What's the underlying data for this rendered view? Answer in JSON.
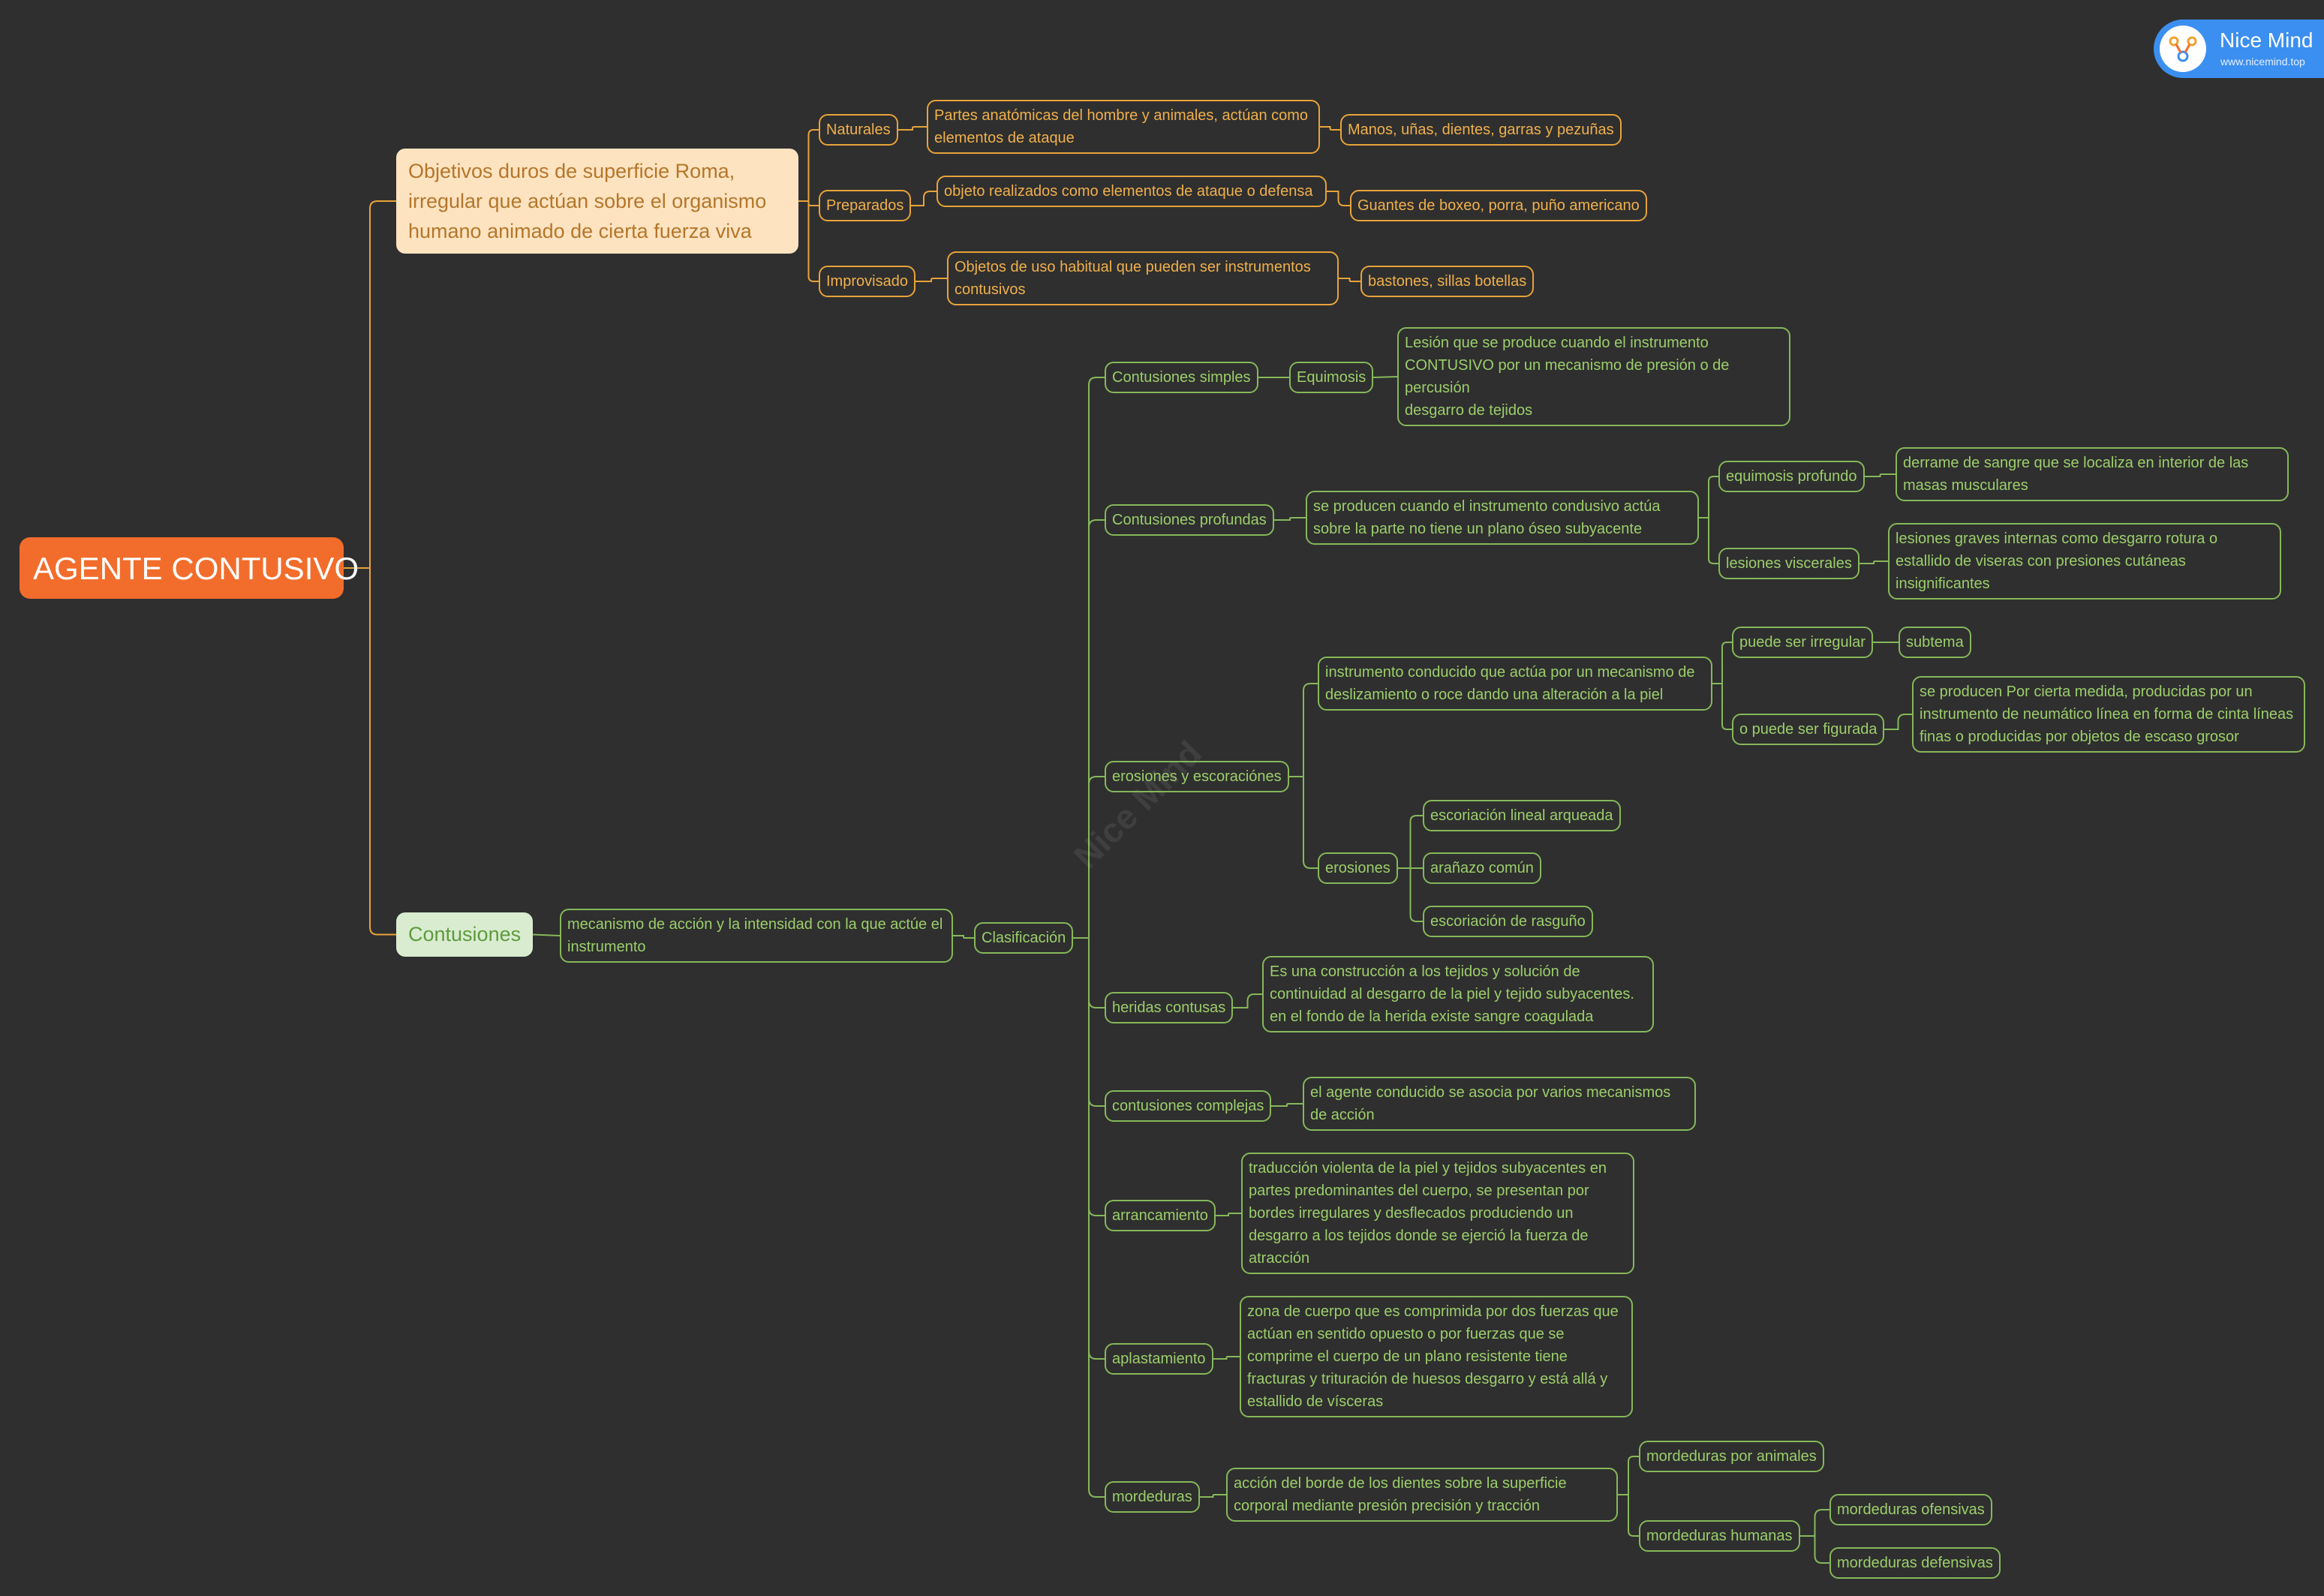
{
  "logo": {
    "name": "Nice Mind",
    "url": "www.nicemind.top"
  },
  "watermark": "Nice Mind",
  "colors": {
    "background": "#2f2f2f",
    "root": "#f26d2b",
    "orange_branch": "#e8a33a",
    "green_branch": "#86b85a"
  },
  "map": {
    "root": "AGENTE CONTUSIVO",
    "objetivos": {
      "label": "Objetivos duros de superficie Roma, irregular que actúan sobre el organismo humano animado de cierta fuerza viva",
      "naturales": {
        "label": "Naturales",
        "desc": "Partes anatómicas del hombre y animales, actúan como elementos de ataque",
        "ej": "Manos, uñas, dientes, garras y pezuñas"
      },
      "preparados": {
        "label": "Preparados",
        "desc": "objeto realizados como elementos de ataque o defensa",
        "ej": "Guantes de boxeo, porra, puño americano"
      },
      "improvisado": {
        "label": "Improvisado",
        "desc": "Objetos de uso habitual que pueden ser instrumentos contusivos",
        "ej": "bastones, sillas botellas"
      }
    },
    "contusiones": {
      "label": "Contusiones",
      "mecanismo": "mecanismo de acción y la intensidad con la que actúe el instrumento",
      "clasificacion": "Clasificación",
      "simples": {
        "label": "Contusiones simples",
        "equimosis": "Equimosis",
        "desc": "Lesión que se produce cuando el instrumento CONTUSIVO por un mecanismo de presión o de percusión\ndesgarro de tejidos"
      },
      "profundas": {
        "label": "Contusiones profundas",
        "desc": "se producen cuando el instrumento condusivo actúa sobre la parte no tiene un plano óseo subyacente",
        "equimosis_profundo": "equimosis profundo",
        "equimosis_profundo_desc": "derrame de sangre que se localiza en interior de las masas musculares",
        "lesiones_viscerales": "lesiones viscerales",
        "lesiones_viscerales_desc": "lesiones graves internas como desgarro rotura o estallido de viseras con presiones cutáneas insignificantes"
      },
      "erosiones_esc": {
        "label": "erosiones y escoraciónes",
        "desc": "instrumento conducido que actúa por un mecanismo de deslizamiento o roce dando una alteración a la piel",
        "irregular": "puede ser irregular",
        "subtema": "subtema",
        "figurada": "o puede ser figurada",
        "figurada_desc": "se producen Por cierta medida, producidas por un instrumento de neumático línea en forma de cinta líneas finas o producidas por objetos de escaso grosor",
        "erosiones": "erosiones",
        "e1": "escoriación lineal arqueada",
        "e2": "arañazo común",
        "e3": "escoriación de rasguño"
      },
      "heridas": {
        "label": "heridas contusas",
        "desc": "Es una construcción a los tejidos y solución de continuidad al desgarro de la piel y tejido subyacentes. en el fondo de la herida existe sangre coagulada"
      },
      "complejas": {
        "label": "contusiones complejas",
        "desc": "el agente conducido se asocia por varios mecanismos de acción"
      },
      "arrancamiento": {
        "label": "arrancamiento",
        "desc": "traducción violenta de la piel y tejidos subyacentes en partes predominantes del cuerpo, se presentan por bordes irregulares y desflecados produciendo un desgarro a los tejidos donde se ejerció la fuerza de atracción"
      },
      "aplastamiento": {
        "label": "aplastamiento",
        "desc": "zona de cuerpo que es comprimida por dos fuerzas que actúan en sentido opuesto o por fuerzas que se comprime el cuerpo de un plano resistente tiene fracturas y trituración de huesos desgarro y está allá y estallido de vísceras"
      },
      "mordeduras": {
        "label": "mordeduras",
        "desc": "acción del borde de los dientes sobre la superficie corporal mediante presión precisión y tracción",
        "animales": "mordeduras por animales",
        "humanas": "mordeduras humanas",
        "ofensivas": "mordeduras ofensivas",
        "defensivas": "mordeduras defensivas"
      }
    }
  }
}
